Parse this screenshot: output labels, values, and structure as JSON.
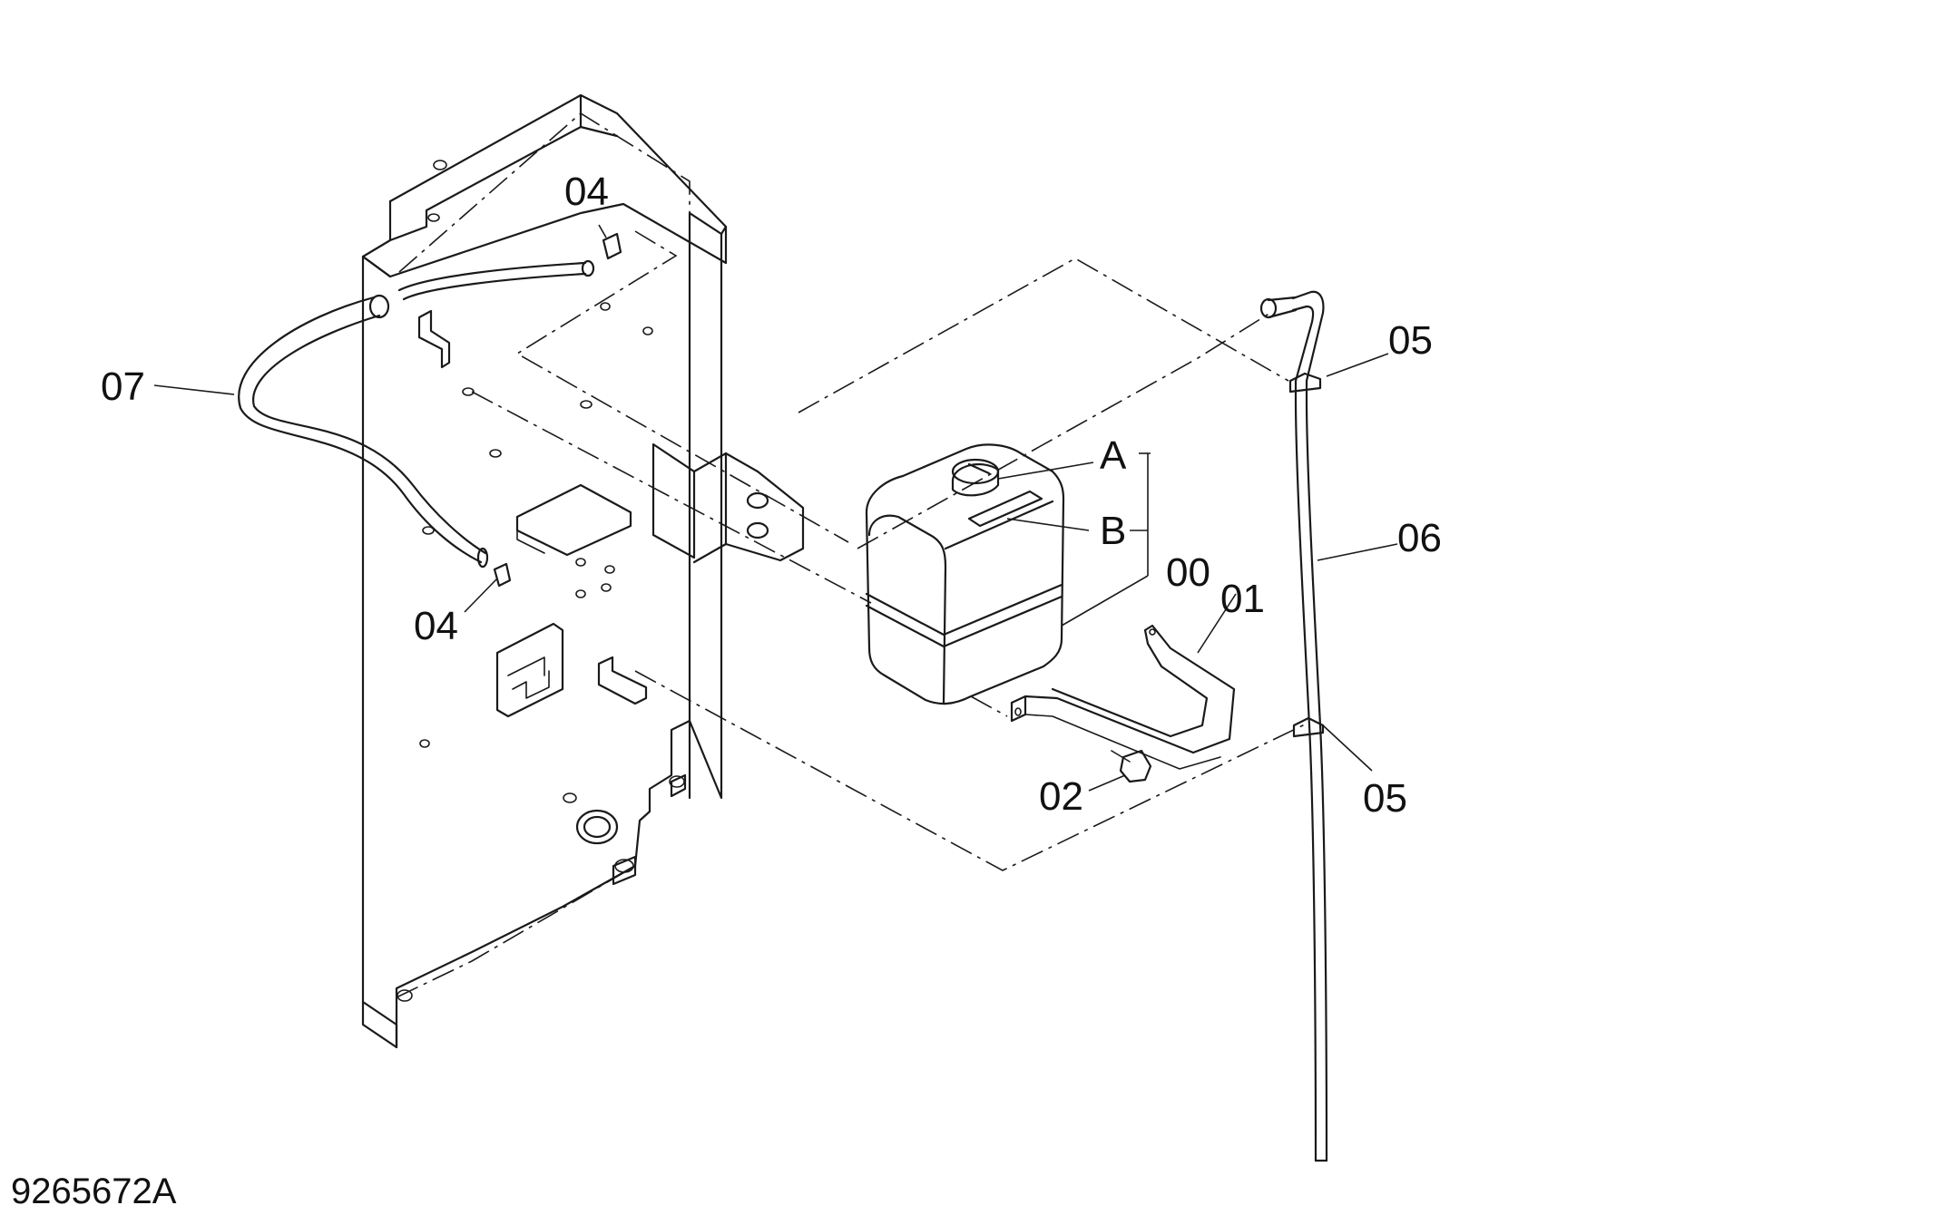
{
  "drawing": {
    "number": "9265672A",
    "callouts": {
      "c00": "00",
      "c01": "01",
      "c02": "02",
      "c04_top": "04",
      "c04_bottom": "04",
      "c05_top": "05",
      "c05_bottom": "05",
      "c06": "06",
      "c07": "07",
      "cA": "A",
      "cB": "B"
    }
  }
}
